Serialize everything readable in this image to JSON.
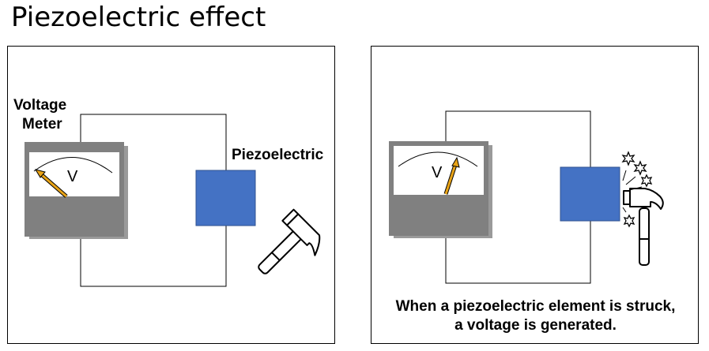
{
  "title": "Piezoelectric effect",
  "left_panel": {
    "meter_label_line1": "Voltage",
    "meter_label_line2": "Meter",
    "element_label": "Piezoelectric",
    "meter_symbol": "V"
  },
  "right_panel": {
    "meter_symbol": "V",
    "caption_line1": "When a piezoelectric element is struck,",
    "caption_line2": "a voltage is generated."
  },
  "colors": {
    "piezo_element": "#4472c4",
    "meter_body": "#808080",
    "needle": "#e8a317"
  },
  "icons": [
    "hammer-icon",
    "impact-star-icon"
  ]
}
